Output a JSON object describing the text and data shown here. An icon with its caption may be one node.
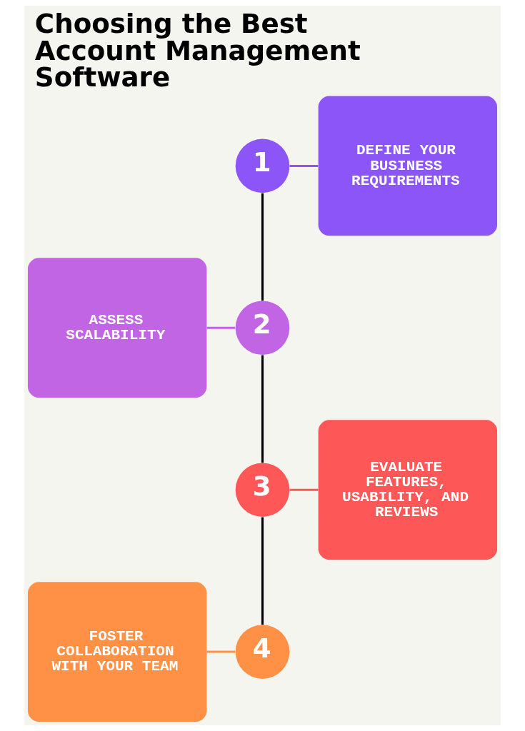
{
  "diagram": {
    "title": "Choosing the Best Account Management Software",
    "nodes": [
      {
        "text": [
          "DEFINE YOUR BUSINESS REQUIREMENTS"
        ]
      },
      {
        "text": [
          "1"
        ]
      },
      {
        "text": [
          "ASSESS SCALABILITY"
        ]
      },
      {
        "text": [
          "2"
        ]
      },
      {
        "text": [
          "EVALUATE FEATURES, USABILITY, AND REVIEWS"
        ]
      },
      {
        "text": [
          "3"
        ]
      },
      {
        "text": [
          "FOSTER COLLABORATION WITH YOUR TEAM"
        ]
      },
      {
        "text": [
          "4"
        ]
      }
    ],
    "edges": [
      {
        "from": 1,
        "to": 0,
        "arrow": "none",
        "color": "#8b55f8"
      },
      {
        "from": 1,
        "to": 3,
        "arrow": "none"
      },
      {
        "from": 2,
        "to": 3,
        "arrow": "none",
        "color": "#c265e4"
      },
      {
        "from": 3,
        "to": 5,
        "arrow": "none"
      },
      {
        "from": 5,
        "to": 4,
        "arrow": "none",
        "color": "#fd5757"
      },
      {
        "from": 5,
        "to": 7,
        "arrow": "none"
      },
      {
        "from": 6,
        "to": 7,
        "arrow": "none",
        "color": "#fe9146"
      }
    ]
  }
}
